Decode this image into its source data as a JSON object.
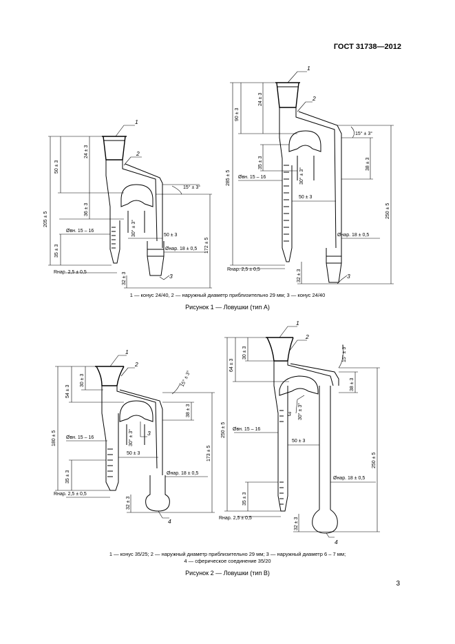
{
  "header": {
    "standard": "ГОСТ 31738—2012"
  },
  "figure1": {
    "legend": "1 — конус 24/40, 2 — наружный диаметр приблизительно 29 мм; 3 — конус 24/40",
    "caption": "Рисунок 1 — Ловушки (тип А)",
    "left": {
      "callouts": [
        "1",
        "2",
        "3"
      ],
      "dims": {
        "overall": "205 ± 5",
        "upper": "50 ± 3",
        "cone": "24 ± 3",
        "mid": "36 ± 3",
        "angle_inner": "30° ± 3°",
        "bottom": "35 ± 3",
        "right_height": "172 ± 5",
        "angle": "15° ± 3°",
        "span": "50 ± 3",
        "inner_d": "Øвн. 15 – 16",
        "outer_d": "Øнар. 18 ± 0,5",
        "radius": "Rнар. 2,5 ± 0,5",
        "lower": "32 ± 3"
      }
    },
    "right": {
      "callouts": [
        "1",
        "2",
        "3"
      ],
      "dims": {
        "overall": "285 ± 5",
        "upper": "90 ± 3",
        "cone": "24 ± 3",
        "mid": "35 ± 3",
        "angle_inner": "30° ± 3°",
        "right_top": "38 ± 3",
        "right_height": "250 ± 5",
        "angle": "15° ± 3°",
        "span": "50 ± 3",
        "inner_d": "Øвн. 15 – 16",
        "outer_d": "Øнар. 18 ± 0,5",
        "radius": "Rнар. 2,5 ± 0,5",
        "lower": "32 ± 3"
      }
    }
  },
  "figure2": {
    "legend_line1": "1 — конус 35/25; 2 — наружный диаметр приблизительно 29 мм; 3 — наружный диаметр 6 – 7 мм;",
    "legend_line2": "4 — сферическое соединение 35/20",
    "caption": "Рисунок 2 — Ловушки (тип В)",
    "left": {
      "callouts": [
        "1",
        "2",
        "3",
        "4"
      ],
      "dims": {
        "overall": "180 ± 5",
        "upper": "54 ± 3",
        "cone": "30 ± 3",
        "angle": "15° ± 3°",
        "right_top": "38 ± 3",
        "angle_inner": "30° ± 3°",
        "right_height": "173 ± 5",
        "span": "50 ± 3",
        "inner_d": "Øвн. 15 – 16",
        "outer_d": "Øнар. 18 ± 0,5",
        "radius": "Rнар. 2,5 ± 0,5",
        "bottom": "35 ± 3",
        "lower": "32 ± 3"
      }
    },
    "right": {
      "callouts": [
        "1",
        "2",
        "3",
        "4"
      ],
      "dims": {
        "overall": "250 ± 5",
        "upper": "64 ± 3",
        "cone": "30 ± 3",
        "angle": "15° ± 3°",
        "right_top": "38 ± 3",
        "angle_inner": "30° ± 3°",
        "right_height": "250 ± 5",
        "span": "50 ± 3",
        "inner_d": "Øвн. 15 – 16",
        "outer_d": "Øнар. 18 ± 0,5",
        "radius": "Rнар. 2,5 ± 0,5",
        "bottom": "35 ± 3",
        "lower": "32 ± 3"
      }
    }
  },
  "page": {
    "number": "3"
  }
}
